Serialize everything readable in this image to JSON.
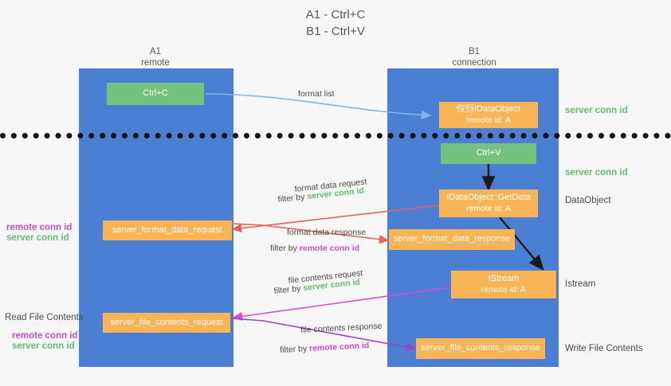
{
  "title": {
    "line1": "A1 - Ctrl+C",
    "line2": "B1 - Ctrl+V"
  },
  "lanes": [
    {
      "name": "A1",
      "sub": "remote"
    },
    {
      "name": "B1",
      "sub": "connection"
    }
  ],
  "boxes": {
    "ctrl_c": "Ctrl+C",
    "ctrl_v": "Ctrl+V",
    "idataobject_l1": "仅衍IDataObject",
    "idataobject_l2": "remote id: A",
    "getdata_l1": "IDataObject::GetData",
    "getdata_l2": "remote id: A",
    "istream_l1": "IStream",
    "istream_l2": "remote id: A",
    "server_format_data_request": "server_format_data_request",
    "server_format_data_response": "server_format_data_response",
    "server_file_contents_request": "server_file_contents_request",
    "server_file_contents_response": "server_file_contents_response"
  },
  "edges": {
    "format_list": "format list",
    "format_data_request": "format data request",
    "format_data_request_filter_prefix": "filter by",
    "format_data_request_filter_value": "server conn id",
    "format_data_response": "format data response",
    "format_data_response_filter_prefix": "filter by",
    "format_data_response_filter_value": "remote conn id",
    "file_contents_request": "file contents request",
    "file_contents_request_filter_prefix": "filter by",
    "file_contents_request_filter_value": "server conn id",
    "file_contents_response": "file contents response",
    "file_contents_response_filter_prefix": "filter by",
    "file_contents_response_filter_value": "remote conn id"
  },
  "right_labels": {
    "server_conn_id_top": "server conn id",
    "server_conn_id_second": "server conn id",
    "dataobject": "DataObject",
    "istream": "Istream",
    "write_file_contents": "Write File Contents"
  },
  "left_labels": {
    "remote_conn_id_upper": "remote conn id",
    "server_conn_id_upper": "server conn id",
    "read_file_contents": "Read File Contents",
    "remote_conn_id_lower": "remote conn id",
    "server_conn_id_lower": "server conn id"
  },
  "colors": {
    "lane": "#4a7fd4",
    "green_box": "#74c27d",
    "orange_box": "#f9b455",
    "server_conn_id": "#62bd6d",
    "remote_conn_id": "#c24fd0",
    "arrow_light_blue": "#7fb4e8",
    "arrow_red": "#e8605a",
    "arrow_magenta": "#d44fd0",
    "arrow_purple": "#9b43c9",
    "arrow_black": "#1a1a1a",
    "divider": "#111111",
    "background": "#f7f7f7"
  }
}
